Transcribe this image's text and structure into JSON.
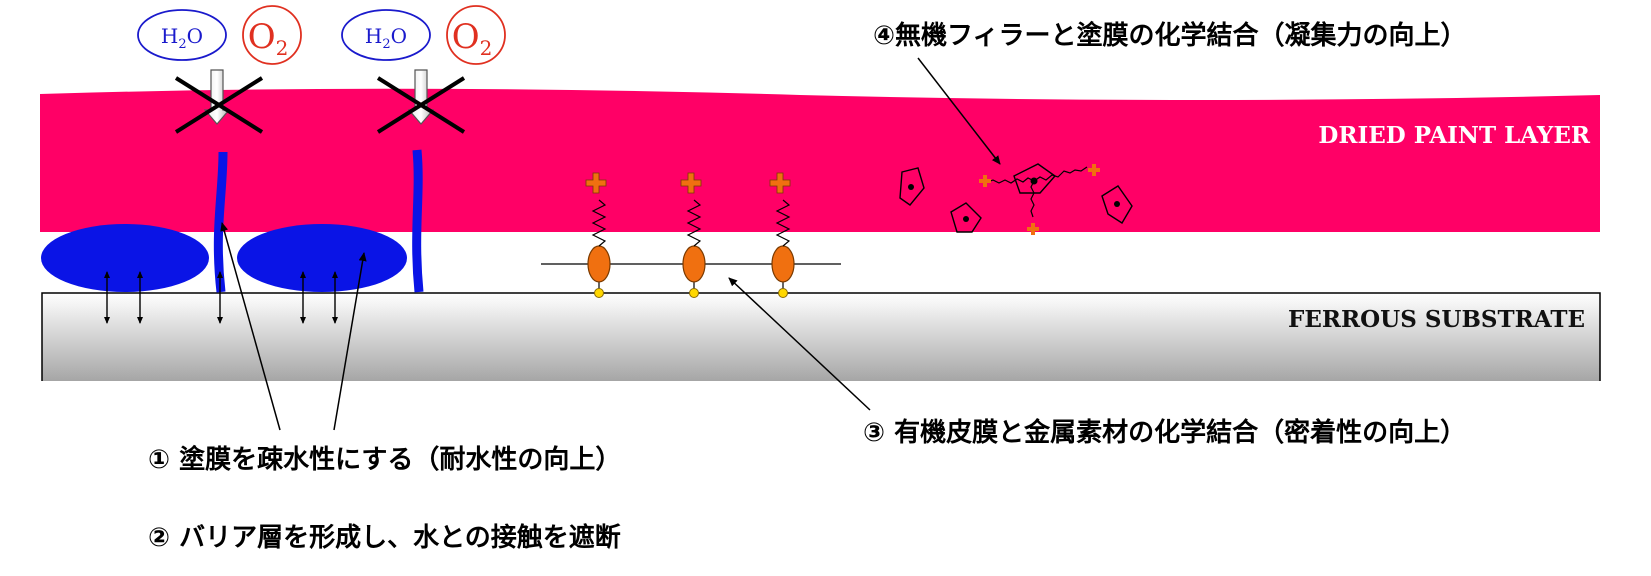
{
  "molecules": [
    {
      "base": "H",
      "sub": "2",
      "tail": "O",
      "color": "#1a1acc"
    },
    {
      "base": "O",
      "sub": "2",
      "tail": "",
      "color": "#e03020"
    },
    {
      "base": "H",
      "sub": "2",
      "tail": "O",
      "color": "#1a1acc"
    },
    {
      "base": "O",
      "sub": "2",
      "tail": "",
      "color": "#e03020"
    }
  ],
  "labels": {
    "paint_layer": "DRIED PAINT LAYER",
    "substrate": "FERROUS SUBSTRATE"
  },
  "annotations": {
    "a1": "① 塗膜を疎水性にする（耐水性の向上）",
    "a2": "② バリア層を形成し、水との接触を遮断",
    "a3": "③ 有機皮膜と金属素材の化学結合（密着性の向上）",
    "a4": "④無機フィラーと塗膜の化学結合（凝集力の向上）"
  },
  "colors": {
    "paint": "#ff0066",
    "water_blob": "#0a14e6",
    "coupling_agent": "#f07010",
    "anchor": "#ffd700",
    "substrate_top": "#f0f0f0",
    "substrate_bottom": "#a8a8a8"
  }
}
